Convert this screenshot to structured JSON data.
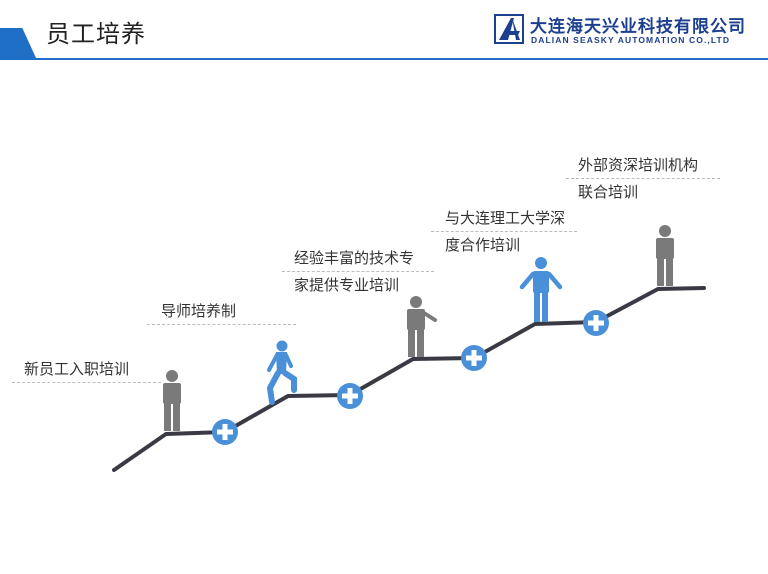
{
  "header": {
    "title": "员工培养",
    "company_cn": "大连海天兴业科技有限公司",
    "company_en": "DALIAN SEASKY AUTOMATION CO.,LTD"
  },
  "steps": [
    {
      "lines": [
        "新员工入职培训"
      ]
    },
    {
      "lines": [
        "导师培养制"
      ]
    },
    {
      "lines": [
        "经验丰富的技术专",
        "家提供专业培训"
      ]
    },
    {
      "lines": [
        "与大连理工大学深",
        "度合作培训"
      ]
    },
    {
      "lines": [
        "外部资深培训机构",
        "联合培训"
      ]
    }
  ],
  "colors": {
    "accent": "#1f6fc6",
    "line": "#3a3a45",
    "plus": "#4a90d9",
    "figure_gray": "#7a7a7a",
    "figure_blue": "#4a90d9"
  },
  "icons": [
    "person-standing-icon",
    "person-climbing-icon",
    "person-pointing-icon",
    "person-arms-open-icon",
    "plus-circle-icon"
  ]
}
